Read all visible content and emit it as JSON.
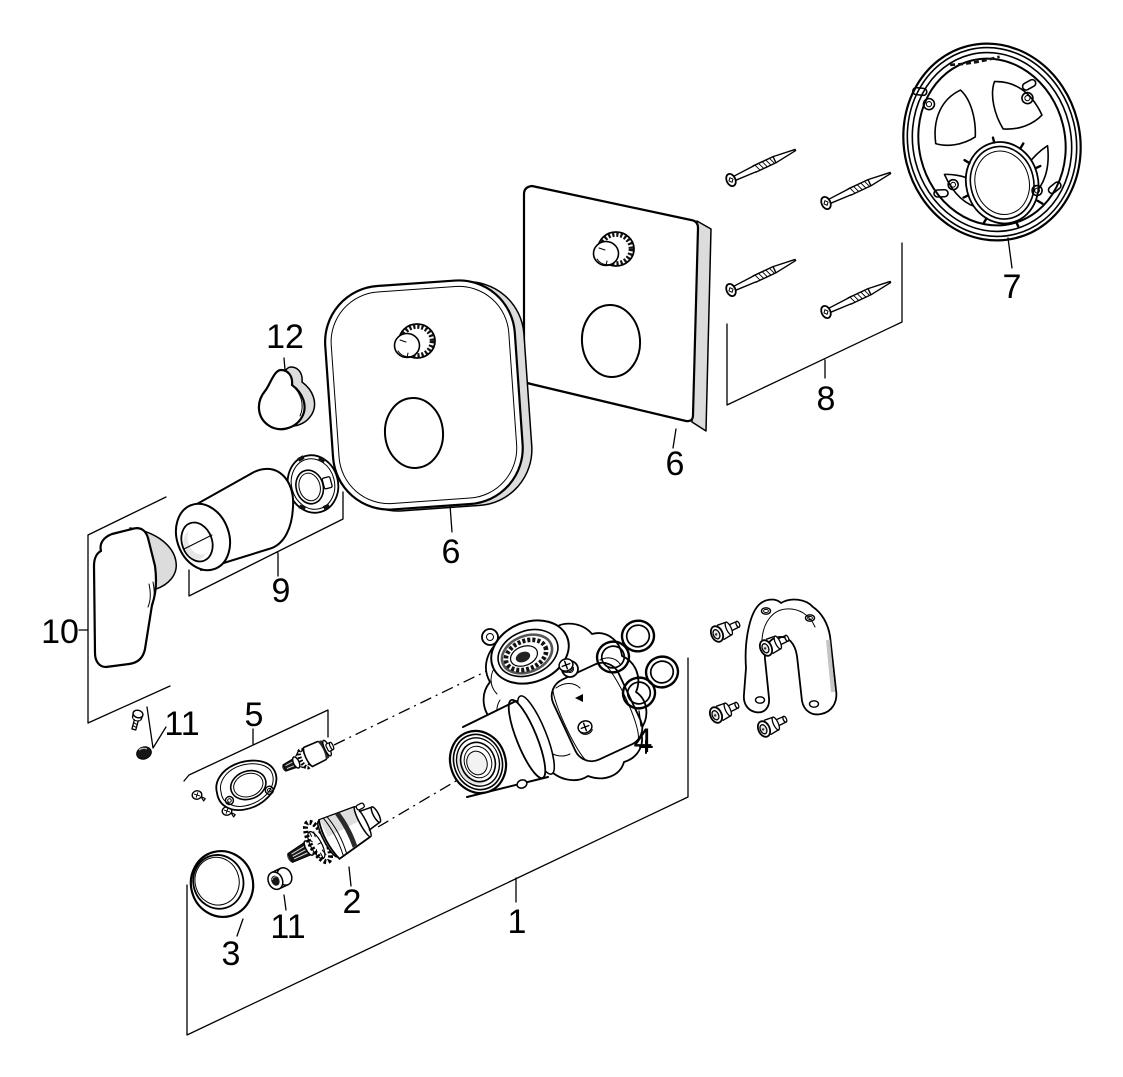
{
  "diagram": {
    "kind": "exploded-parts-diagram",
    "background": "#ffffff",
    "line_color": "#000000",
    "shade_color": "#dcdcdc"
  },
  "callouts": [
    {
      "label": "1"
    },
    {
      "label": "2"
    },
    {
      "label": "3"
    },
    {
      "label": "4"
    },
    {
      "label": "5"
    },
    {
      "label": "6"
    },
    {
      "label": "6"
    },
    {
      "label": "7"
    },
    {
      "label": "8"
    },
    {
      "label": "9"
    },
    {
      "label": "10"
    },
    {
      "label": "11"
    },
    {
      "label": "11"
    },
    {
      "label": "12"
    }
  ]
}
